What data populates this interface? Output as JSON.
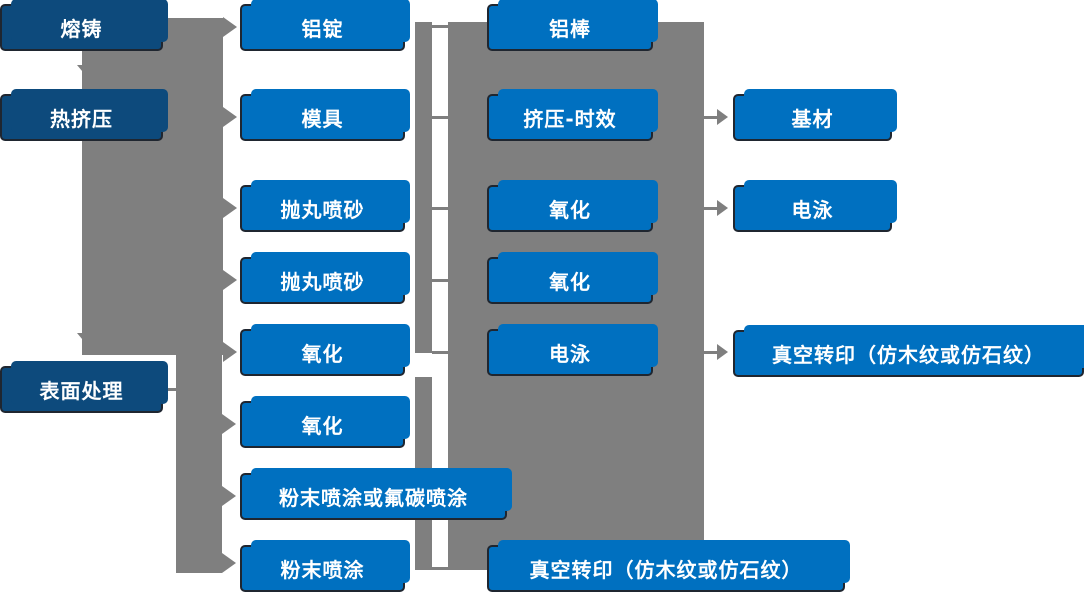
{
  "flowchart": {
    "stage_boxes": [
      "熔铸",
      "热挤压",
      "表面处理"
    ],
    "process_boxes": [
      "铝锭",
      "模具",
      "抛丸喷砂",
      "抛丸喷砂",
      "氧化",
      "氧化",
      "粉末喷涂或氟碳喷涂",
      "粉末喷涂"
    ],
    "middle_boxes": [
      "铝棒",
      "挤压-时效",
      "氧化",
      "氧化",
      "电泳",
      "真空转印（仿木纹或仿石纹）"
    ],
    "result_boxes": [
      "基材",
      "电泳",
      "真空转印（仿木纹或仿石纹）"
    ]
  },
  "colors": {
    "stage_box_fill": "#0d4a7c",
    "process_box_fill": "#0070c0",
    "connector_gray": "#7f7f7f",
    "box_border": "#1f2630",
    "text": "#ffffff",
    "background": "#ffffff"
  }
}
